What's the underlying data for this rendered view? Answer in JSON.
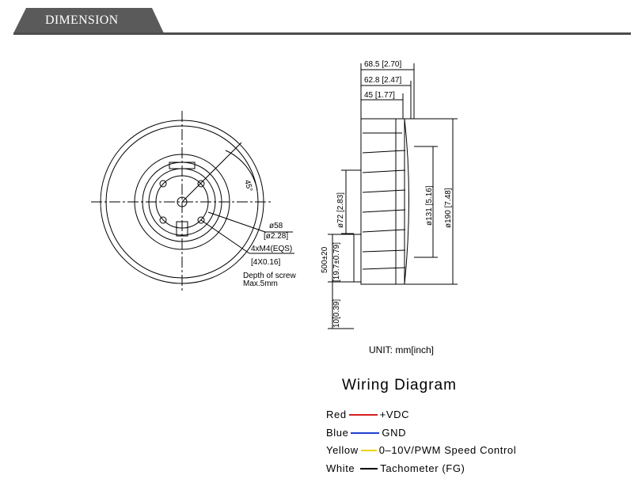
{
  "header": {
    "title": "DIMENSION"
  },
  "front_view": {
    "angle_label": "45°",
    "dia_label": "ø58",
    "dia_inch": "[ø2.28]",
    "screw_label": "4xM4(EQS)",
    "screw_inch": "[4X0.16]",
    "depth_line1": "Depth of screw",
    "depth_line2": "Max.5mm"
  },
  "side_view": {
    "w1": "68.5 [2.70]",
    "w2": "62.8 [2.47]",
    "w3": "45 [1.77]",
    "d72": "ø72 [2.83]",
    "d131": "ø131 [5.16]",
    "d190": "ø190 [7.48]",
    "lead": "500±20",
    "lead_inch": "[19.7±0.79]",
    "ten": "10[0.39]"
  },
  "unit": "UNIT: mm[inch]",
  "wiring": {
    "title": "Wiring Diagram",
    "rows": [
      {
        "color_name": "Red",
        "color": "#d42020",
        "desc": "+VDC"
      },
      {
        "color_name": "Blue",
        "color": "#2040d0",
        "desc": "GND"
      },
      {
        "color_name": "Yellow",
        "color": "#e8d400",
        "desc": "0–10V/PWM Speed Control"
      },
      {
        "color_name": "White",
        "color": "#000000",
        "desc": "Tachometer (FG)"
      }
    ]
  }
}
